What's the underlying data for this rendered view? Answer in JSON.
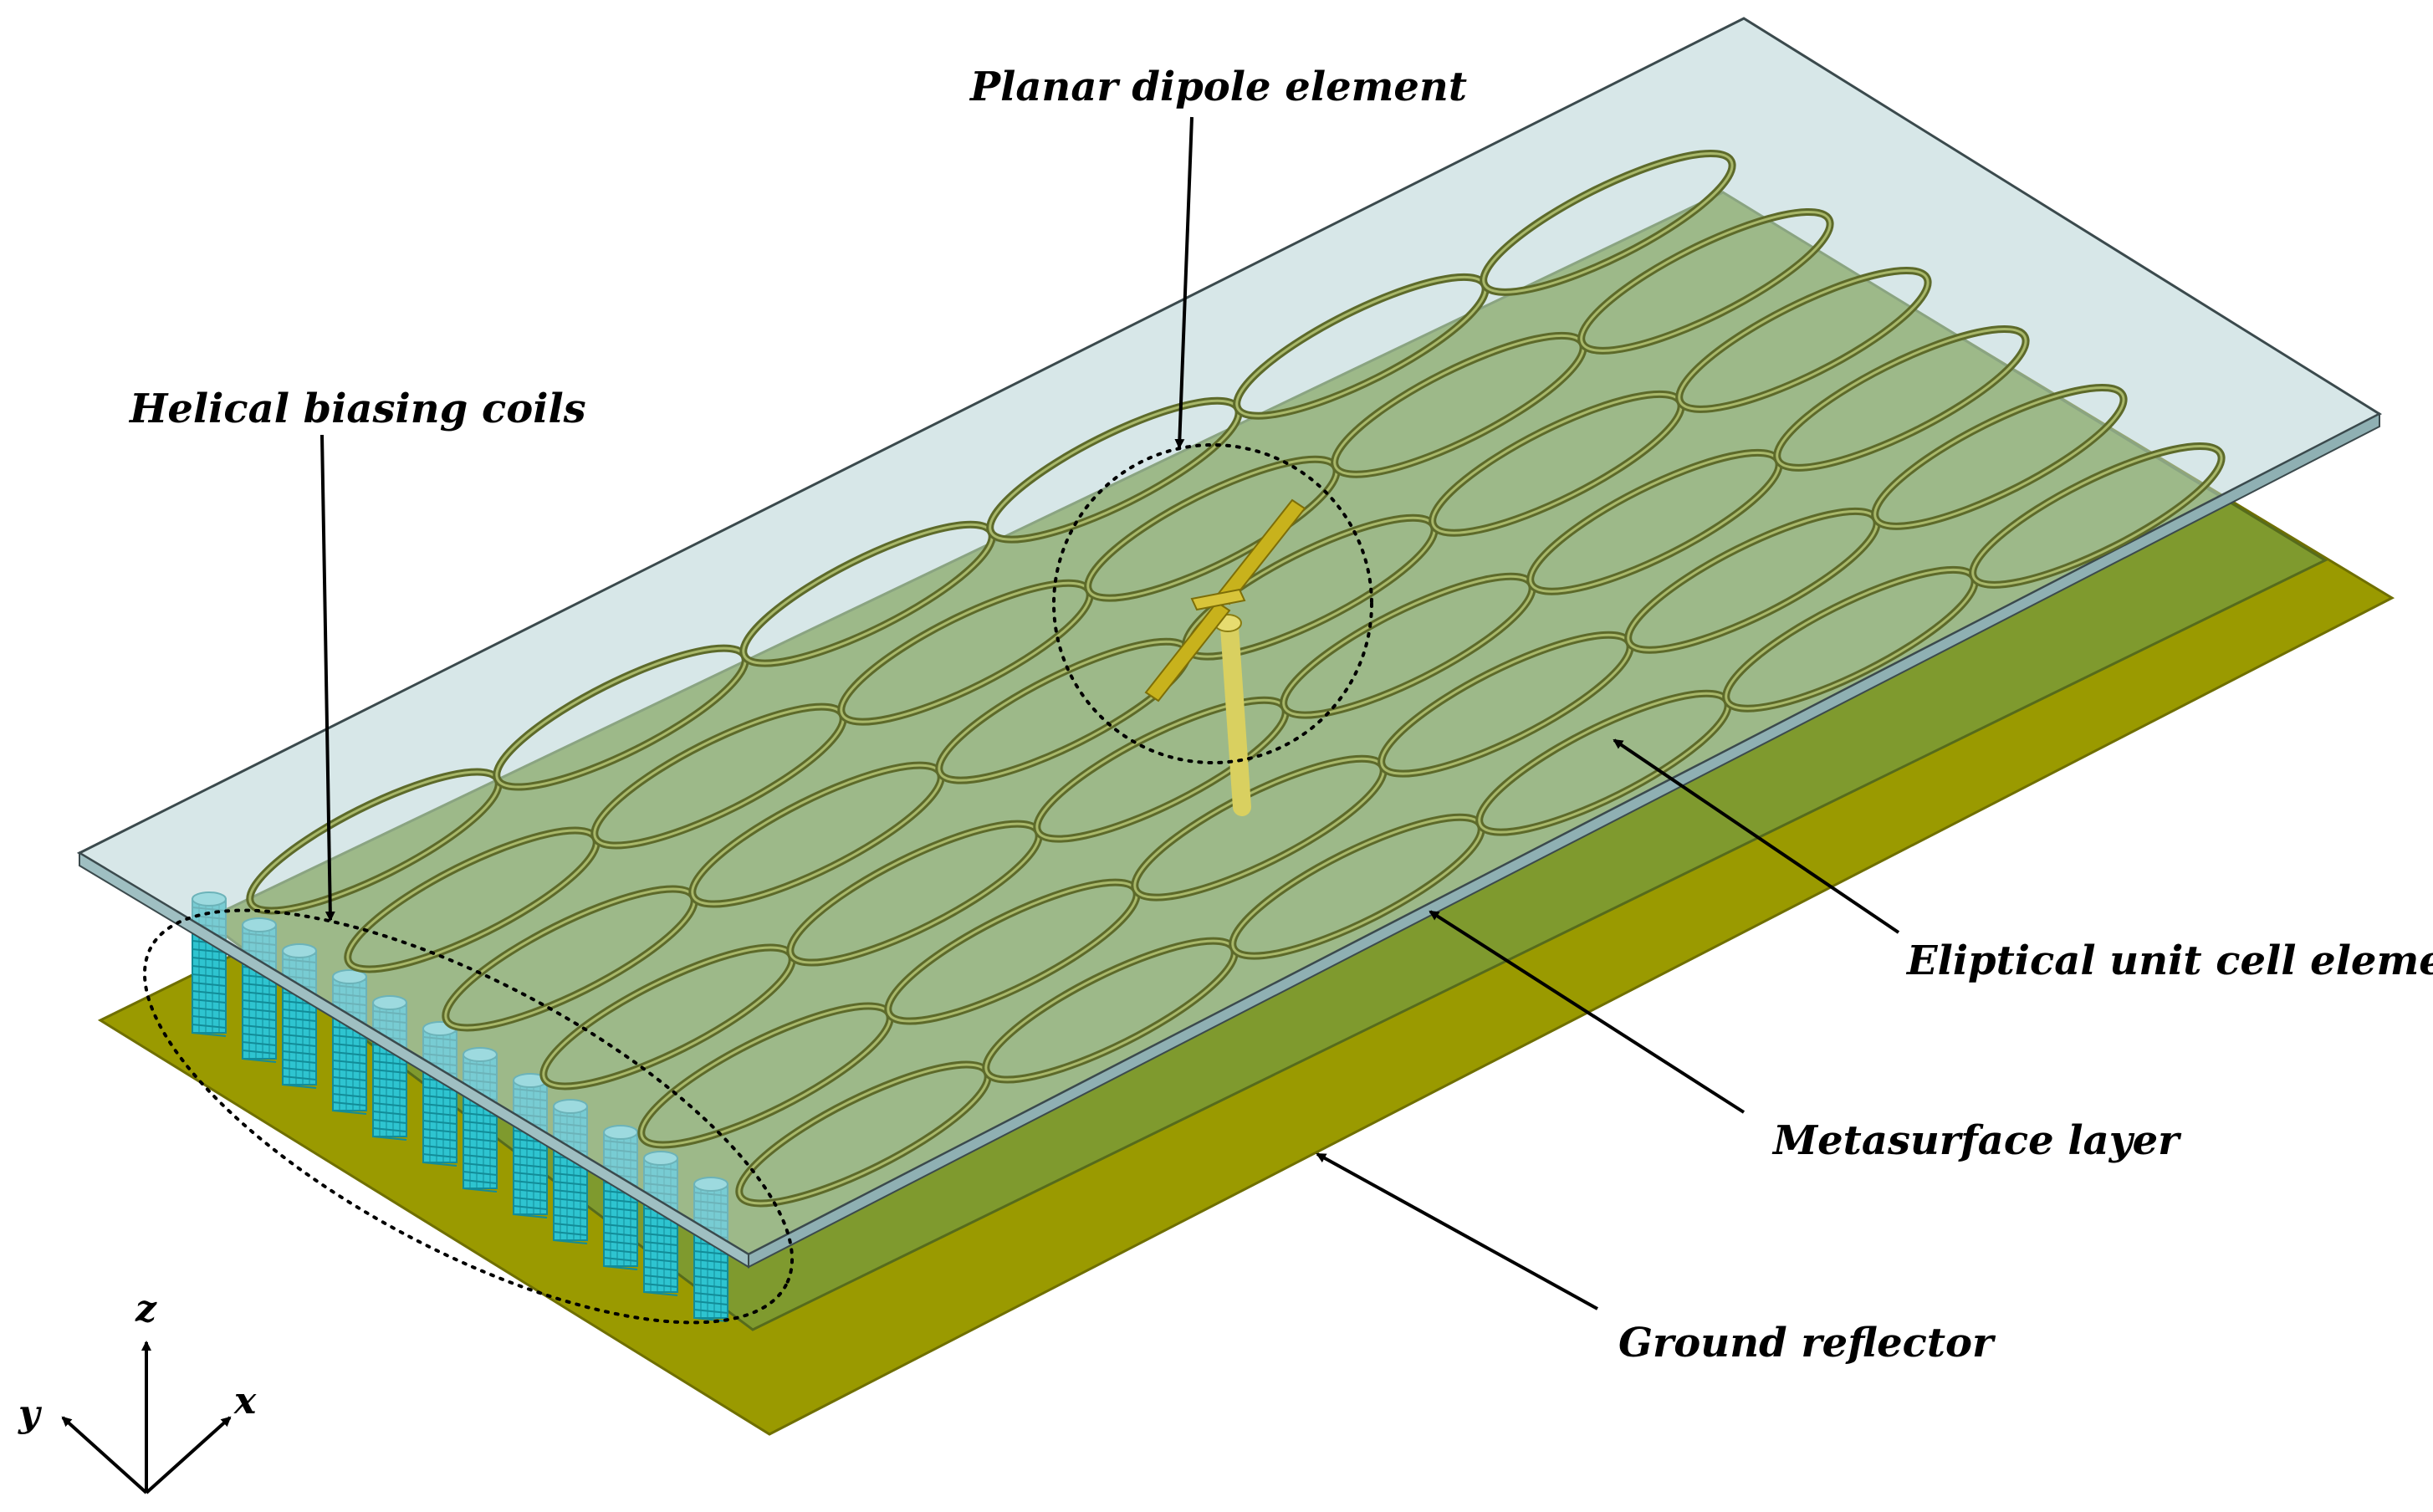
{
  "labels": {
    "planar_dipole": "Planar dipole element",
    "helical_coils": "Helical biasing coils",
    "eliptical_cell": "Eliptical unit cell element",
    "metasurface": "Metasurface layer",
    "ground": "Ground reflector"
  },
  "axes": {
    "x": "x",
    "y": "y",
    "z": "z"
  },
  "colors": {
    "ground_fill": "#9a9a00",
    "ground_edge": "#6f6f00",
    "substrate_fill": "#b6d3d6",
    "metasurface_fill": "#7f9a2e",
    "ring_stroke": "#5d6a2a",
    "ring_highlight": "#a9b86a",
    "dipole": "#c8b21c",
    "feed": "#d9d060",
    "coil": "#2ec4d0",
    "coil_dark": "#128c98",
    "leader": "#000000"
  }
}
